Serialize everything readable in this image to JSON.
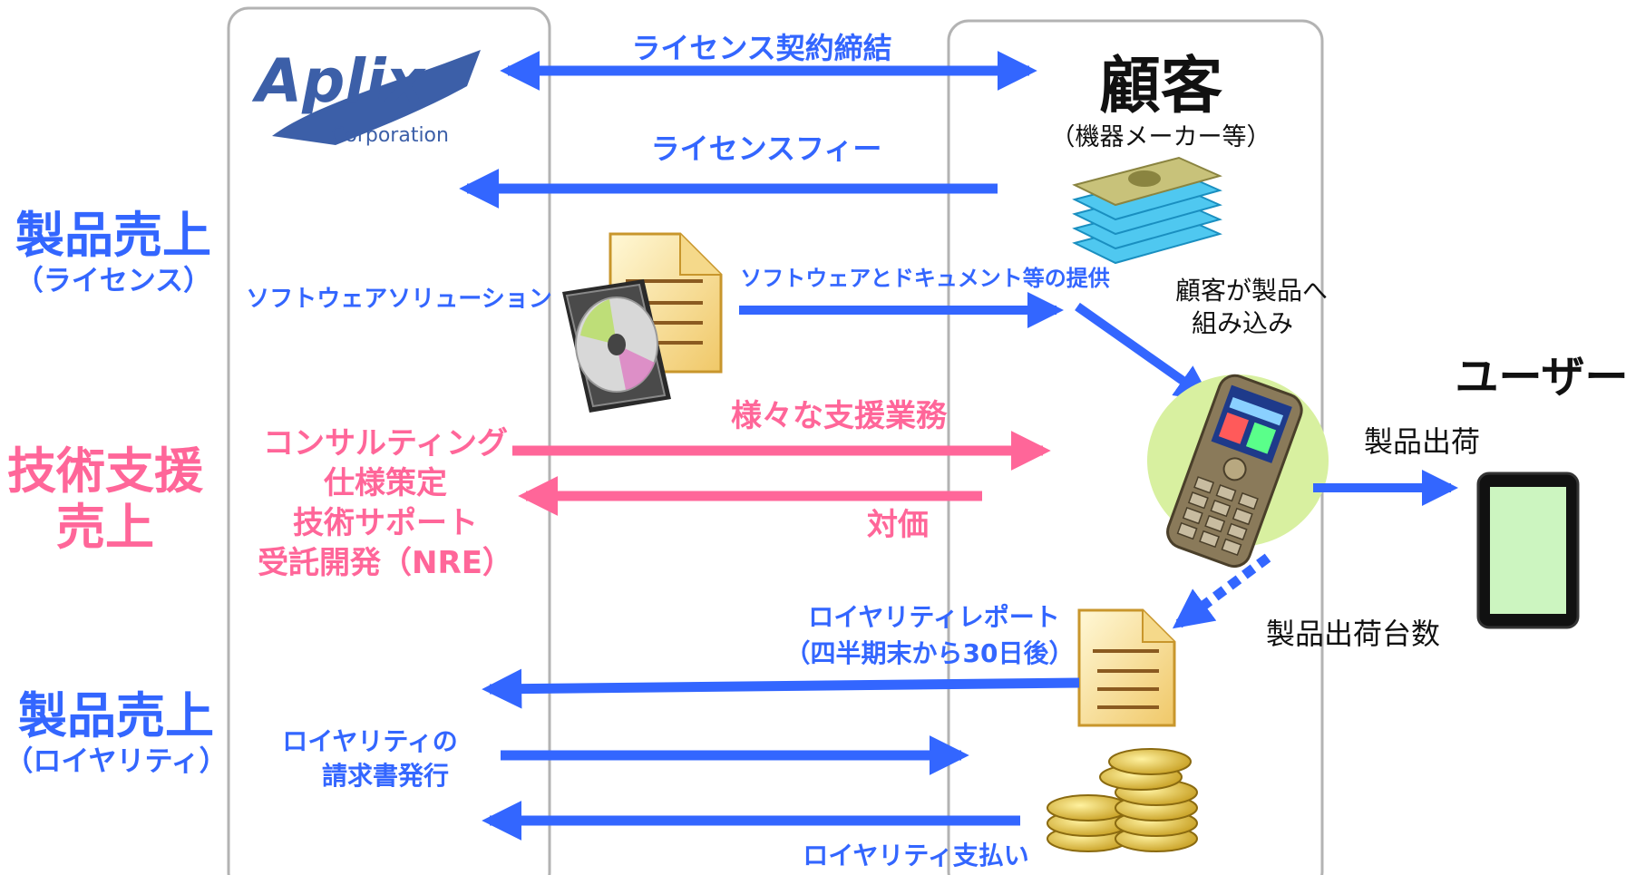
{
  "logo": {
    "name": "Aplix",
    "sub": "Corporation"
  },
  "customer": {
    "title": "顧客",
    "subtitle": "（機器メーカー等）"
  },
  "user": {
    "title": "ユーザー"
  },
  "categories": {
    "product_license": {
      "title": "製品売上",
      "sub": "（ライセンス）"
    },
    "tech_support": {
      "line1": "技術支援",
      "line2": "売上"
    },
    "product_royalty": {
      "title": "製品売上",
      "sub": "（ロイヤリティ）"
    }
  },
  "flows": {
    "license_contract": "ライセンス契約締結",
    "license_fee": "ライセンスフィー",
    "software_solution": "ソフトウェアソリューション",
    "software_docs": "ソフトウェアとドキュメント等の提供",
    "customer_embed": [
      "顧客が製品へ",
      "組み込み"
    ],
    "various_support": "様々な支援業務",
    "consideration": "対価",
    "support_items": [
      "コンサルティング",
      "仕様策定",
      "技術サポート",
      "受託開発（NRE）"
    ],
    "ship_product": "製品出荷",
    "ship_count": "製品出荷台数",
    "royalty_report": [
      "ロイヤリティレポート",
      "（四半期末から30日後）"
    ],
    "royalty_invoice": [
      "ロイヤリティの",
      "請求書発行"
    ],
    "royalty_payment": "ロイヤリティ支払い"
  },
  "colors": {
    "blue": "#3366ff",
    "pink": "#ff6699",
    "box_border": "#b3b3b3"
  },
  "icons": [
    "document-icon",
    "cd-case-icon",
    "money-stack-icon",
    "mobile-phone-icon",
    "smartphone-icon",
    "coins-icon"
  ]
}
